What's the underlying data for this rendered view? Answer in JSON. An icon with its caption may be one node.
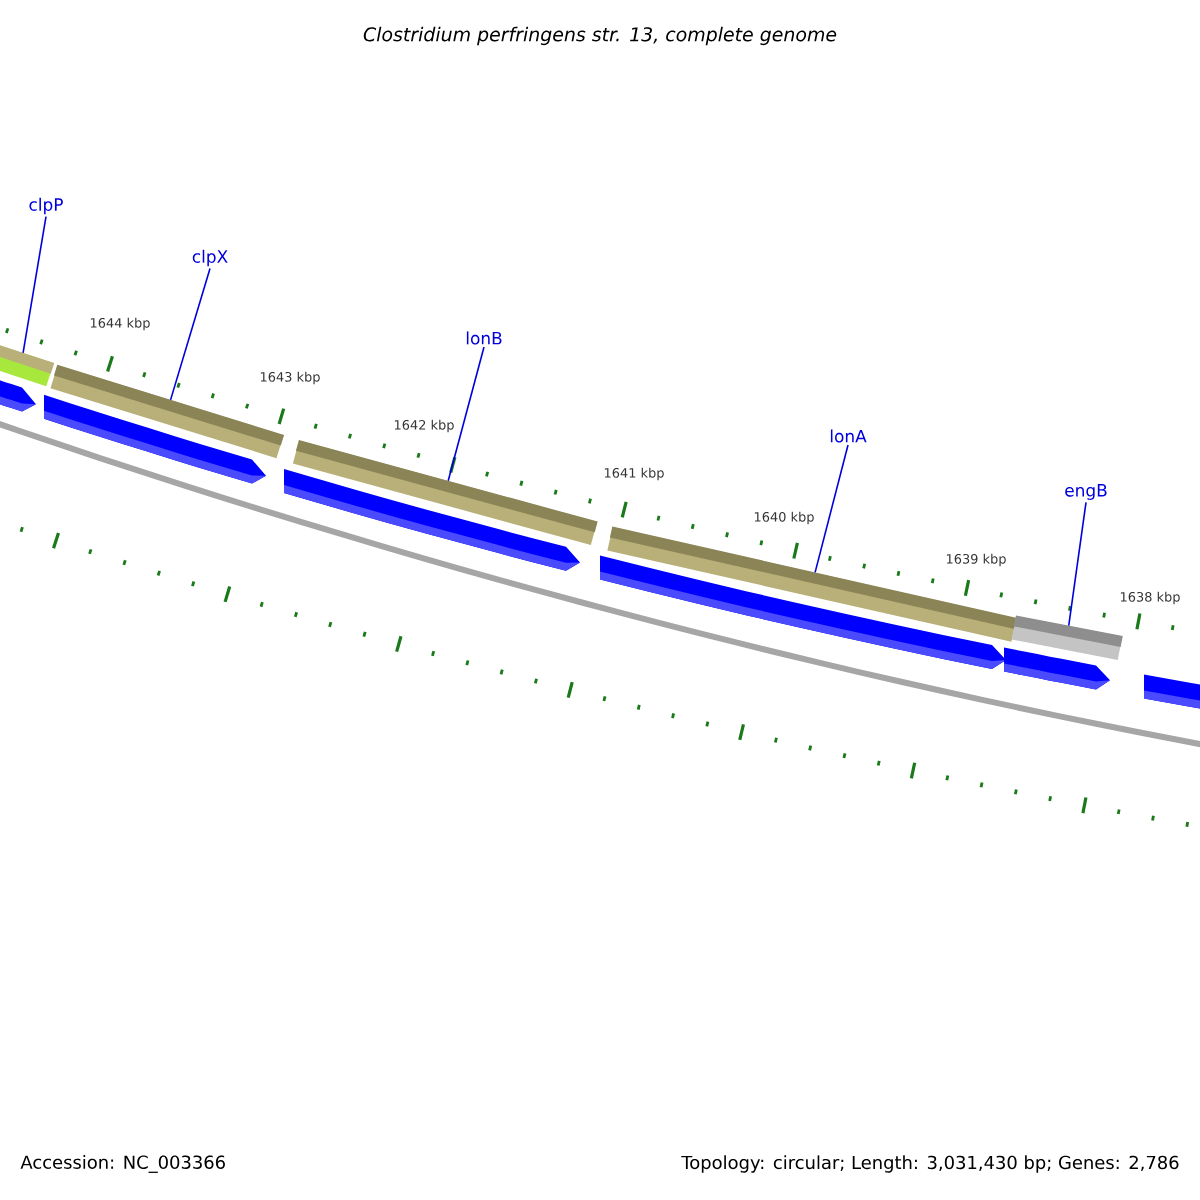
{
  "diagram": {
    "title": "Clostridium perfringens str. 13, complete genome",
    "nodes": [
      {
        "text": [
          "clpP"
        ]
      },
      {
        "text": [],
        "shape": "bar"
      },
      {
        "text": [
          "clpX"
        ]
      },
      {
        "text": [],
        "shape": "bar"
      },
      {
        "text": [
          "lonB"
        ]
      },
      {
        "text": [],
        "shape": "bar"
      },
      {
        "text": [
          "lonA"
        ]
      },
      {
        "text": [],
        "shape": "bar"
      },
      {
        "text": [
          "engB"
        ]
      },
      {
        "text": [],
        "shape": "bar"
      },
      {
        "text": [],
        "shape": "arrow"
      },
      {
        "text": [],
        "shape": "arrow"
      },
      {
        "text": [],
        "shape": "arrow"
      },
      {
        "text": [],
        "shape": "arrow"
      },
      {
        "text": [],
        "shape": "arrow"
      },
      {
        "text": [],
        "shape": "arrow"
      }
    ],
    "edges": [
      {
        "from": 0,
        "to": 1,
        "arrow": "none"
      },
      {
        "from": 2,
        "to": 3,
        "arrow": "none"
      },
      {
        "from": 4,
        "to": 5,
        "arrow": "none"
      },
      {
        "from": 6,
        "to": 7,
        "arrow": "none"
      },
      {
        "from": 8,
        "to": 9,
        "arrow": "none"
      }
    ],
    "labels": [
      "1644 kbp",
      "1643 kbp",
      "1642 kbp",
      "1641 kbp",
      "1640 kbp",
      "1639 kbp",
      "1638 kbp",
      "Accession: NC_003366",
      "Topology: circular; Length: 3,031,430 bp; Genes: 2,786"
    ]
  }
}
